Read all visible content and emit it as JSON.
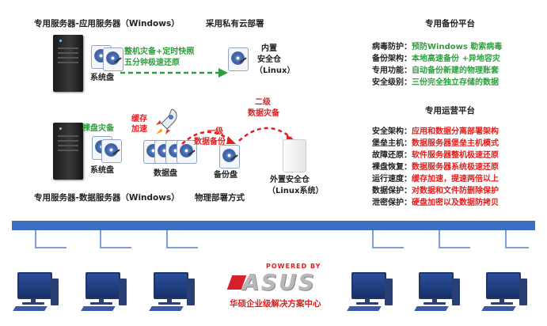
{
  "top": {
    "server_label": "专用服务器-应用服务器（Windows）",
    "cloud_label": "采用私有云部署",
    "disk_label": "系统盘",
    "backup_line1": "整机灾备+定时快照",
    "backup_line2": "五分钟极速还原",
    "vault_line1": "内置",
    "vault_line2": "安全仓",
    "vault_line3": "（Linux）"
  },
  "bottom": {
    "disaster_label": "裸盘灾备",
    "sys_disk_label": "系统盘",
    "data_disk_label": "数据盘",
    "backup_disk_label": "备份盘",
    "cache_label_1": "缓存",
    "cache_label_2": "加速",
    "lvl1_line1": "一级",
    "lvl1_line2": "数据备份",
    "lvl2_line1": "二级",
    "lvl2_line2": "数据灾备",
    "external_line1": "外置安全仓",
    "external_line2": "（Linux系统）",
    "server_label": "专用服务器-数据服务器（Windows）",
    "physical_label": "物理部署方式"
  },
  "backup_platform": {
    "title": "专用备份平台",
    "rows": [
      {
        "key": "病毒防护：",
        "value": "预防Windows 勒索病毒"
      },
      {
        "key": "备份架构：",
        "value": "本地高速备份 +异地容灾"
      },
      {
        "key": "专用功能：",
        "value": "自动备份新建的物理账套"
      },
      {
        "key": "安全级别：",
        "value": "三份完全独立存储的数据"
      }
    ]
  },
  "ops_platform": {
    "title": "专用运营平台",
    "rows": [
      {
        "key": "安全架构：",
        "value": "应用和数据分离部署架构"
      },
      {
        "key": "堡垒主机：",
        "value": "数据服务器堡垒主机模式"
      },
      {
        "key": "故障还原：",
        "value": "软件服务器整机极速还原"
      },
      {
        "key": "裸盘恢复：",
        "value": "数据服务器系统极速还原"
      },
      {
        "key": "运行速度：",
        "value": "缓存加速，提速两倍以上"
      },
      {
        "key": "数据保护：",
        "value": "对数据和文件防删除保护"
      },
      {
        "key": "泄密保护：",
        "value": "硬盘加密以及数据防拷贝"
      }
    ]
  },
  "brand": {
    "powered_by": "POWERED BY",
    "logo_text": "ASUS",
    "center_name": "华硕企业级解决方案中心"
  },
  "colors": {
    "green": "#2e9e3e",
    "red": "#e02020",
    "bus_blue": "#3a6fc4"
  }
}
